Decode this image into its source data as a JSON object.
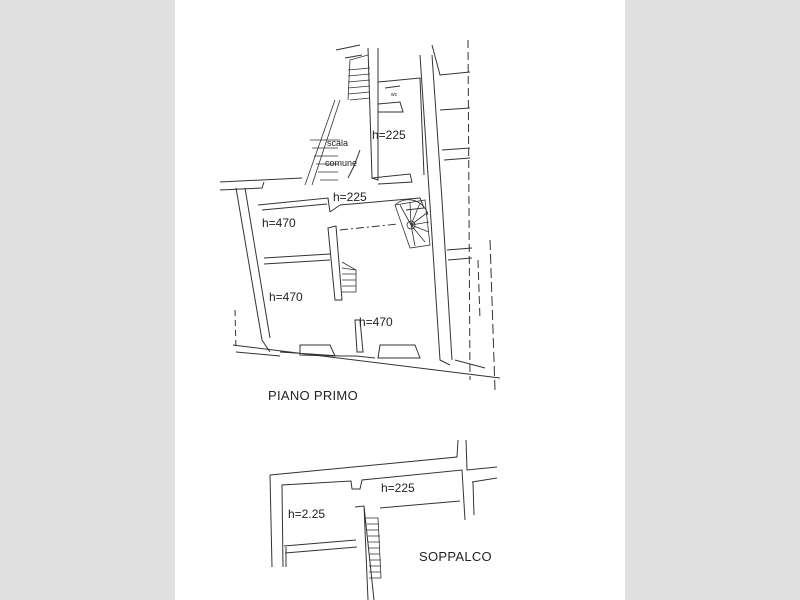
{
  "plan_title_first_floor": "PIANO PRIMO",
  "plan_title_mezzanine": "SOPPALCO",
  "first_floor_labels": {
    "wc": "wc",
    "scala": "scala",
    "comune": "comune",
    "h_wc_room": "h=225",
    "h_corridor": "h=225",
    "h_room_upper_left": "h=470",
    "h_room_lower_left": "h=470",
    "h_main_room": "h=470"
  },
  "mezzanine_labels": {
    "h_left": "h=2.25",
    "h_right": "h=225"
  }
}
